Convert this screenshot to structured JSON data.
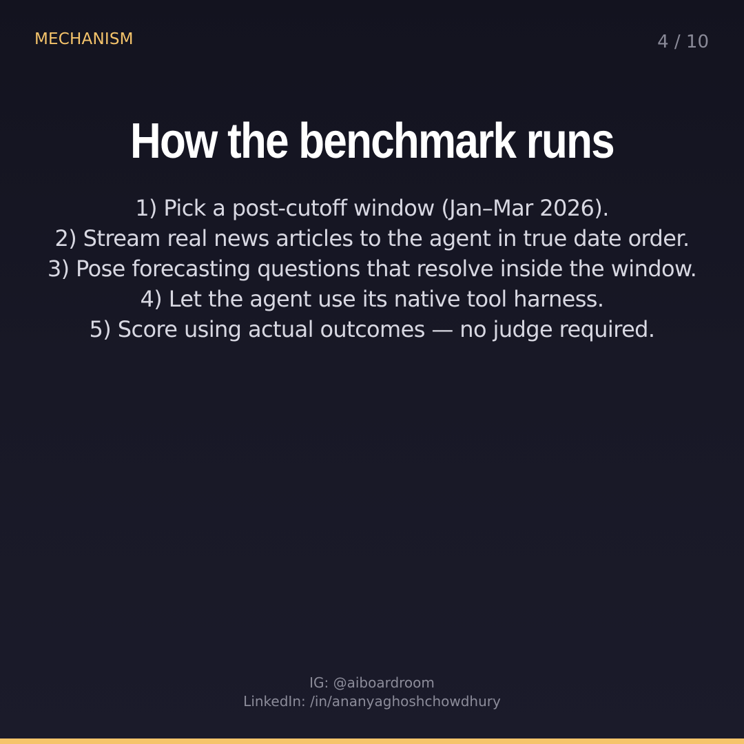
{
  "header": {
    "section_tag": "MECHANISM",
    "page_counter": "4 / 10"
  },
  "title": "How the benchmark runs",
  "steps": [
    "1) Pick a post-cutoff window (Jan–Mar 2026).",
    "2) Stream real news articles to the agent in true date order.",
    "3) Pose forecasting questions that resolve inside the window.",
    "4) Let the agent use its native tool harness.",
    "5) Score using actual outcomes — no judge required."
  ],
  "footer": {
    "instagram": "IG: @aiboardroom",
    "linkedin": "LinkedIn: /in/ananyaghoshchowdhury"
  },
  "colors": {
    "accent": "#f5c46b",
    "title": "#ffffff",
    "body_text": "#d8d8e2",
    "muted": "#8a8a98",
    "footer_text": "#8c8c9a"
  }
}
